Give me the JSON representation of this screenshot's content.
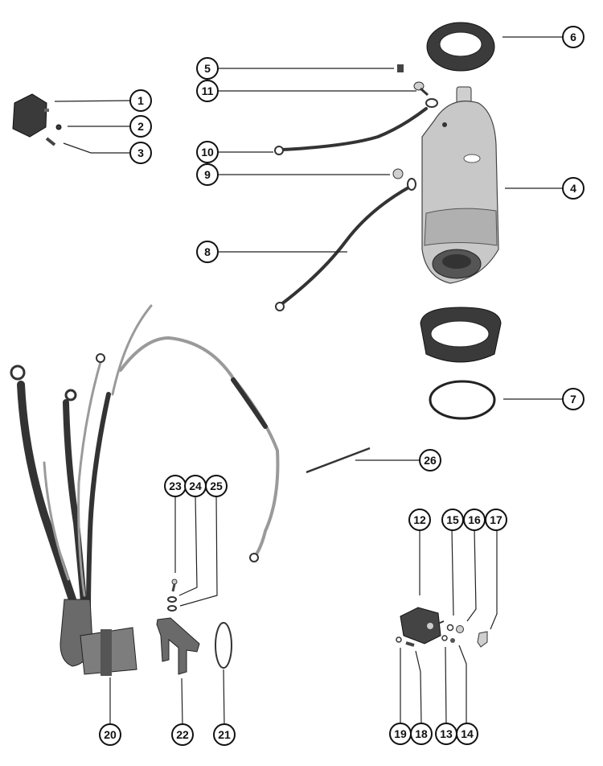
{
  "diagram": {
    "type": "exploded-parts-diagram",
    "subject": "starter motor and wiring harness assembly",
    "callouts": [
      {
        "id": "1",
        "label": "1",
        "part": "rectifier/regulator block"
      },
      {
        "id": "2",
        "label": "2",
        "part": "nut"
      },
      {
        "id": "3",
        "label": "3",
        "part": "screw"
      },
      {
        "id": "4",
        "label": "4",
        "part": "starter motor"
      },
      {
        "id": "5",
        "label": "5",
        "part": "small nut"
      },
      {
        "id": "6",
        "label": "6",
        "part": "upper rubber collar"
      },
      {
        "id": "7",
        "label": "7",
        "part": "o-ring"
      },
      {
        "id": "8",
        "label": "8",
        "part": "long cable"
      },
      {
        "id": "9",
        "label": "9",
        "part": "hex nut"
      },
      {
        "id": "10",
        "label": "10",
        "part": "short cable"
      },
      {
        "id": "11",
        "label": "11",
        "part": "terminal screw"
      },
      {
        "id": "12",
        "label": "12",
        "part": "starter solenoid"
      },
      {
        "id": "13",
        "label": "13",
        "part": "washer"
      },
      {
        "id": "14",
        "label": "14",
        "part": "nut"
      },
      {
        "id": "15",
        "label": "15",
        "part": "washer"
      },
      {
        "id": "16",
        "label": "16",
        "part": "nut"
      },
      {
        "id": "17",
        "label": "17",
        "part": "terminal boot"
      },
      {
        "id": "18",
        "label": "18",
        "part": "screw"
      },
      {
        "id": "19",
        "label": "19",
        "part": "washer"
      },
      {
        "id": "20",
        "label": "20",
        "part": "wiring harness with connector"
      },
      {
        "id": "21",
        "label": "21",
        "part": "o-ring"
      },
      {
        "id": "22",
        "label": "22",
        "part": "retainer bracket"
      },
      {
        "id": "23",
        "label": "23",
        "part": "screw"
      },
      {
        "id": "24",
        "label": "24",
        "part": "lockwasher"
      },
      {
        "id": "25",
        "label": "25",
        "part": "washer"
      },
      {
        "id": "26",
        "label": "26",
        "part": "pin"
      }
    ]
  }
}
